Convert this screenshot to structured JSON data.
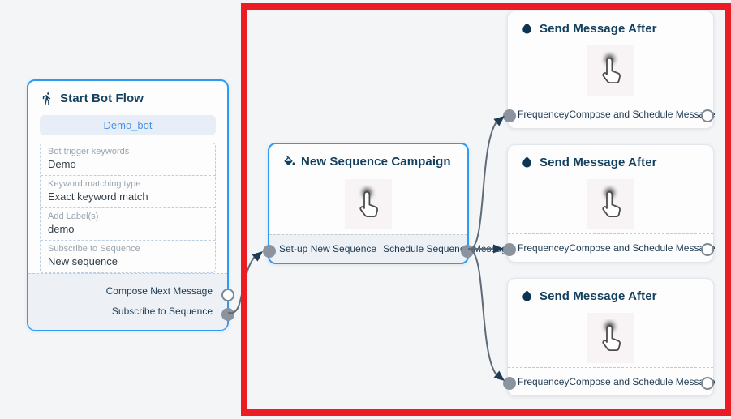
{
  "canvas": {
    "background_color": "#f4f5f7"
  },
  "annotation": {
    "highlight_border_color": "#ec1c24"
  },
  "palette": {
    "active_node_border": "#2e9bf3",
    "node_title_color": "#14405f",
    "connector_color": "#5f6b78",
    "arrow_color": "#1e3b55",
    "port_filled_color": "#8a939e"
  },
  "nodes": {
    "start": {
      "title": "Start Bot Flow",
      "icon": "walking-person",
      "bot_name": "Demo_bot",
      "fields": [
        {
          "label": "Bot trigger keywords",
          "value": "Demo"
        },
        {
          "label": "Keyword matching type",
          "value": "Exact keyword match"
        },
        {
          "label": "Add Label(s)",
          "value": "demo"
        },
        {
          "label": "Subscribe to Sequence",
          "value": "New sequence"
        }
      ],
      "outputs": [
        {
          "label": "Compose Next Message",
          "port_state": "empty"
        },
        {
          "label": "Subscribe to Sequence",
          "port_state": "connected"
        }
      ]
    },
    "campaign": {
      "title": "New Sequence Campaign",
      "icon": "paint-bucket",
      "body_icon": "tap-hand",
      "footer": {
        "left": "Set-up New Sequence",
        "right": "Schedule Sequence Message"
      }
    },
    "sends": [
      {
        "title": "Send Message After",
        "icon": "water-droplet",
        "body_icon": "tap-hand",
        "footer": {
          "left": "Frequencey",
          "right": "Compose and Schedule Message"
        }
      },
      {
        "title": "Send Message After",
        "icon": "water-droplet",
        "body_icon": "tap-hand",
        "footer": {
          "left": "Frequencey",
          "right": "Compose and Schedule Message"
        }
      },
      {
        "title": "Send Message After",
        "icon": "water-droplet",
        "body_icon": "tap-hand",
        "footer": {
          "left": "Frequencey",
          "right": "Compose and Schedule Message"
        }
      }
    ]
  },
  "edges": [
    {
      "from": "start:Subscribe to Sequence",
      "to": "campaign:input"
    },
    {
      "from": "campaign:output",
      "to": "sends.0:Frequencey"
    },
    {
      "from": "campaign:output",
      "to": "sends.1:Frequencey"
    },
    {
      "from": "campaign:output",
      "to": "sends.2:Frequencey"
    }
  ]
}
